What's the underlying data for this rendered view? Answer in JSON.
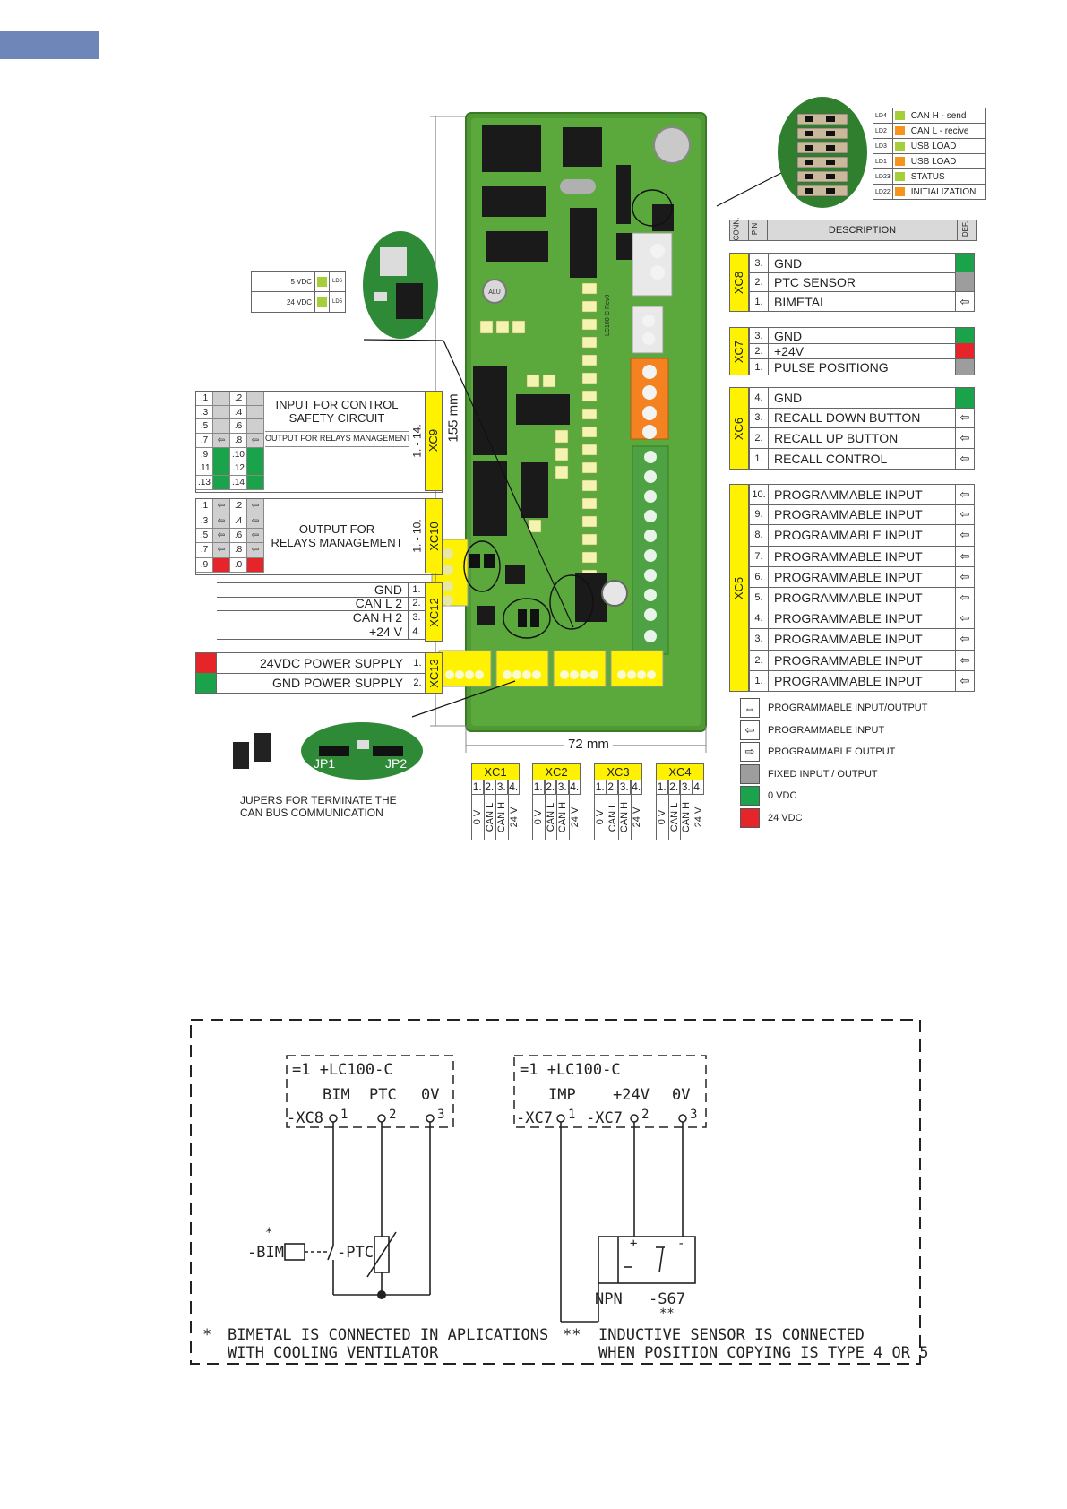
{
  "board": {
    "height_label": "155 mm",
    "width_label": "72 mm",
    "labels": {
      "alu": "ALU",
      "rev": "LC100-C Rev0",
      "xc9_lbl": "XC9",
      "xc10_lbl": "XC10"
    }
  },
  "led_table": {
    "rows": [
      {
        "id": "LD4",
        "color": "#a6ce39",
        "label": "CAN H - send"
      },
      {
        "id": "LD2",
        "color": "#f7941d",
        "label": "CAN L - recive"
      },
      {
        "id": "LD3",
        "color": "#a6ce39",
        "label": "USB LOAD"
      },
      {
        "id": "LD1",
        "color": "#f7941d",
        "label": "USB LOAD"
      },
      {
        "id": "LD23",
        "color": "#a6ce39",
        "label": "STATUS"
      },
      {
        "id": "LD22",
        "color": "#f7941d",
        "label": "INITIALIZATION"
      }
    ]
  },
  "power_led_table": {
    "rows": [
      {
        "label": "5 VDC",
        "color": "#a6ce39",
        "id": "LD6"
      },
      {
        "label": "24 VDC",
        "color": "#a6ce39",
        "id": "LD5"
      }
    ]
  },
  "header": {
    "conn": "CONN.",
    "pin": "PIN",
    "desc": "DESCRIPTION",
    "def": "DEF."
  },
  "colors": {
    "green": "#1aa34a",
    "red": "#e5252a",
    "grey": "#9d9d9d",
    "yellow": "#fff200"
  },
  "right_groups": [
    {
      "name": "XC8",
      "rows": [
        {
          "pin": "3.",
          "desc": "GND",
          "def": "green"
        },
        {
          "pin": "2.",
          "desc": "PTC SENSOR",
          "def": "grey"
        },
        {
          "pin": "1.",
          "desc": "BIMETAL",
          "def": "⇦"
        }
      ]
    },
    {
      "name": "XC7",
      "rows": [
        {
          "pin": "3.",
          "desc": "GND",
          "def": "green"
        },
        {
          "pin": "2.",
          "desc": "+24V",
          "def": "red"
        },
        {
          "pin": "1.",
          "desc": "PULSE POSITIONG",
          "def": "grey"
        }
      ]
    },
    {
      "name": "XC6",
      "rows": [
        {
          "pin": "4.",
          "desc": "GND",
          "def": "green"
        },
        {
          "pin": "3.",
          "desc": "RECALL DOWN BUTTON",
          "def": "⇦"
        },
        {
          "pin": "2.",
          "desc": "RECALL UP BUTTON",
          "def": "⇦"
        },
        {
          "pin": "1.",
          "desc": "RECALL CONTROL",
          "def": "⇦"
        }
      ]
    },
    {
      "name": "XC5",
      "rows": [
        {
          "pin": "10.",
          "desc": "PROGRAMMABLE INPUT",
          "def": "⇦"
        },
        {
          "pin": "9.",
          "desc": "PROGRAMMABLE INPUT",
          "def": "⇦"
        },
        {
          "pin": "8.",
          "desc": "PROGRAMMABLE INPUT",
          "def": "⇦"
        },
        {
          "pin": "7.",
          "desc": "PROGRAMMABLE INPUT",
          "def": "⇦"
        },
        {
          "pin": "6.",
          "desc": "PROGRAMMABLE INPUT",
          "def": "⇦"
        },
        {
          "pin": "5.",
          "desc": "PROGRAMMABLE INPUT",
          "def": "⇦"
        },
        {
          "pin": "4.",
          "desc": "PROGRAMMABLE INPUT",
          "def": "⇦"
        },
        {
          "pin": "3.",
          "desc": "PROGRAMMABLE INPUT",
          "def": "⇦"
        },
        {
          "pin": "2.",
          "desc": "PROGRAMMABLE INPUT",
          "def": "⇦"
        },
        {
          "pin": "1.",
          "desc": "PROGRAMMABLE INPUT",
          "def": "⇦"
        }
      ]
    }
  ],
  "legend": [
    {
      "sym": "⇔",
      "label": "PROGRAMMABLE INPUT/OUTPUT"
    },
    {
      "sym": "⇦",
      "label": "PROGRAMMABLE INPUT"
    },
    {
      "sym": "⇨",
      "label": "PROGRAMMABLE OUTPUT"
    },
    {
      "sym": "grey",
      "label": "FIXED INPUT / OUTPUT"
    },
    {
      "sym": "green",
      "label": "0 VDC"
    },
    {
      "sym": "red",
      "label": "24 VDC"
    }
  ],
  "xc9": {
    "name": "XC9",
    "range": "1. - 14.",
    "title1": "INPUT FOR CONTROL",
    "title2": "SAFETY CIRCUIT",
    "out_label": "OUTPUT FOR  RELAYS MANAGEMENT",
    "pins": [
      [
        ".1",
        "",
        ".2",
        ""
      ],
      [
        ".3",
        "",
        ".4",
        ""
      ],
      [
        ".5",
        "",
        ".6",
        ""
      ],
      [
        ".7",
        "⇦",
        ".8",
        "⇦"
      ],
      [
        ".9",
        "green",
        ".10",
        "green"
      ],
      [
        ".11",
        "green",
        ".12",
        "green"
      ],
      [
        ".13",
        "green",
        ".14",
        "green"
      ]
    ]
  },
  "xc10": {
    "name": "XC10",
    "range": "1. - 10.",
    "title1": "OUTPUT FOR",
    "title2": "RELAYS MANAGEMENT",
    "pins": [
      [
        ".1",
        "⇦",
        ".2",
        "⇦"
      ],
      [
        ".3",
        "⇦",
        ".4",
        "⇦"
      ],
      [
        ".5",
        "⇦",
        ".6",
        "⇦"
      ],
      [
        ".7",
        "⇦",
        ".8",
        "⇦"
      ],
      [
        ".9",
        "red",
        ".0",
        "red"
      ]
    ]
  },
  "xc12": {
    "name": "XC12",
    "rows": [
      {
        "desc": "GND",
        "pin": "1."
      },
      {
        "desc": "CAN L 2",
        "pin": "2."
      },
      {
        "desc": "CAN H 2",
        "pin": "3."
      },
      {
        "desc": "+24 V",
        "pin": "4."
      }
    ]
  },
  "xc13": {
    "name": "XC13",
    "rows": [
      {
        "desc": "24VDC POWER SUPPLY",
        "pin": "1.",
        "color": "red"
      },
      {
        "desc": "GND POWER SUPPLY",
        "pin": "2.",
        "color": "green"
      }
    ]
  },
  "jumper": {
    "jp1": "JP1",
    "jp2": "JP2",
    "caption1": "JUPERS FOR TERMINATE THE",
    "caption2": "CAN BUS COMMUNICATION"
  },
  "bottom_conns": [
    {
      "name": "XC1",
      "pins": [
        "1.",
        "2.",
        "3.",
        "4."
      ],
      "sig": [
        "0 V",
        "CAN L",
        "CAN H",
        "24 V"
      ]
    },
    {
      "name": "XC2",
      "pins": [
        "1.",
        "2.",
        "3.",
        "4."
      ],
      "sig": [
        "0 V",
        "CAN L",
        "CAN H",
        "24 V"
      ]
    },
    {
      "name": "XC3",
      "pins": [
        "1.",
        "2.",
        "3.",
        "4."
      ],
      "sig": [
        "0 V",
        "CAN L",
        "CAN H",
        "24 V"
      ]
    },
    {
      "name": "XC4",
      "pins": [
        "1.",
        "2.",
        "3.",
        "4."
      ],
      "sig": [
        "0 V",
        "CAN L",
        "CAN H",
        "24 V"
      ]
    }
  ],
  "schematic": {
    "left": {
      "title": "=1 +LC100-C",
      "conn": "-XC8",
      "p1": "BIM",
      "p2": "PTC",
      "p3": "0V",
      "n1": "1",
      "n2": "2",
      "n3": "3",
      "bim": "-BIM",
      "star": "*",
      "ptc": "-PTC"
    },
    "right": {
      "title": "=1 +LC100-C",
      "conn1": "-XC7",
      "conn2": "-XC7",
      "p1": "IMP",
      "p2": "+24V",
      "p3": "0V",
      "n1": "1",
      "n2": "2",
      "n3": "3",
      "npn": "NPN",
      "sensor": "-S67",
      "stars": "**",
      "plus": "+",
      "minus": "-"
    },
    "note1_mark": "*",
    "note1_l1": "BIMETAL IS CONNECTED IN APLICATIONS",
    "note1_l2": "WITH COOLING VENTILATOR",
    "note2_mark": "**",
    "note2_l1": "INDUCTIVE SENSOR IS CONNECTED",
    "note2_l2": "WHEN POSITION COPYING IS TYPE 4 OR 5"
  }
}
